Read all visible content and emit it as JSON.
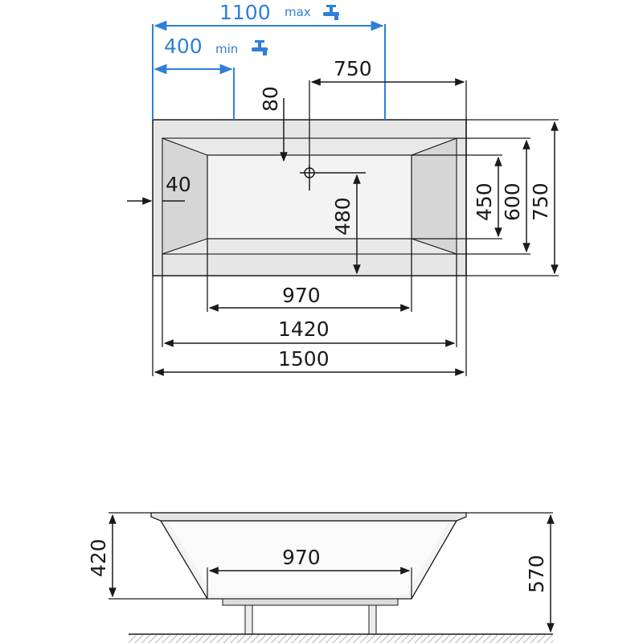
{
  "top_view": {
    "dims": {
      "faucet_max": "1100",
      "faucet_max_unit": "max",
      "faucet_min": "400",
      "faucet_min_unit": "min",
      "drain_from_right": "750",
      "drain_from_top": "80",
      "rim": "40",
      "basin_width": "450",
      "inner_width": "600",
      "outer_width": "750",
      "drain_depth": "480",
      "basin_length": "970",
      "inner_length": "1420",
      "outer_length": "1500"
    },
    "icons": [
      "faucet-icon",
      "faucet-icon"
    ]
  },
  "side_view": {
    "dims": {
      "inner_height": "420",
      "basin_length": "970",
      "total_height": "570"
    }
  },
  "colors": {
    "line": "#1a1a1a",
    "accent": "#2f7fd8",
    "tub_shade": "#e6e6e6",
    "basin_shade": "#f3f3f3",
    "floor": "#9a9a9a"
  }
}
